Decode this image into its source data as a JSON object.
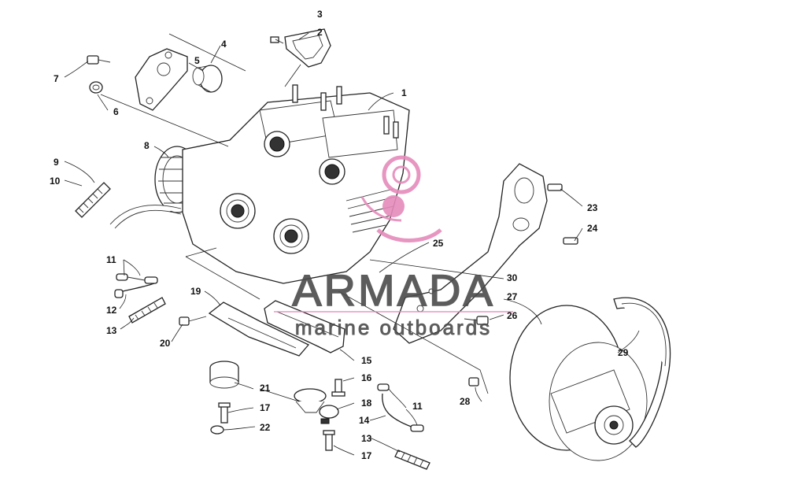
{
  "watermark": {
    "brand": "ARMADA",
    "tagline": "marine outboards",
    "accent_color": "#e58bbb",
    "text_color": "#4b4b4b"
  },
  "callouts": {
    "c1": "1",
    "c2": "2",
    "c3": "3",
    "c4": "4",
    "c5": "5",
    "c6": "6",
    "c7": "7",
    "c8": "8",
    "c9": "9",
    "c10": "10",
    "c11a": "11",
    "c11b": "11",
    "c12": "12",
    "c13a": "13",
    "c13b": "13",
    "c14": "14",
    "c16": "16",
    "c15": "15",
    "c17a": "17",
    "c17b": "17",
    "c18": "18",
    "c19": "19",
    "c20": "20",
    "c21": "21",
    "c22": "22",
    "c23": "23",
    "c24": "24",
    "c25": "25",
    "c26": "26",
    "c27": "27",
    "c28": "28",
    "c29": "29",
    "c30": "30"
  }
}
